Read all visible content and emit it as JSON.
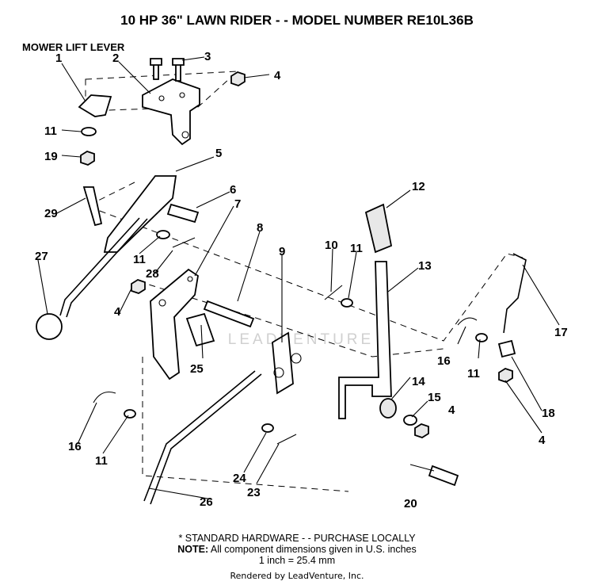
{
  "title": "10 HP 36\" LAWN RIDER - - MODEL NUMBER RE10L36B",
  "subtitle": "MOWER LIFT LEVER",
  "watermark": "LEADVENTURE",
  "notes": {
    "line1": "* STANDARD HARDWARE - - PURCHASE LOCALLY",
    "note_label": "NOTE:",
    "line2": "All component dimensions given in U.S. inches",
    "line3": "1 inch = 25.4 mm"
  },
  "footer": "Rendered by LeadVenture, Inc.",
  "callouts": {
    "c1": "1",
    "c2": "2",
    "c3": "3",
    "c4a": "4",
    "c4b": "4",
    "c4c": "4",
    "c4d": "4",
    "c5": "5",
    "c6": "6",
    "c7": "7",
    "c8": "8",
    "c9": "9",
    "c10": "10",
    "c11a": "11",
    "c11b": "11",
    "c11c": "11",
    "c11d": "11",
    "c11e": "11",
    "c12": "12",
    "c13": "13",
    "c14": "14",
    "c15": "15",
    "c16a": "16",
    "c16b": "16",
    "c17": "17",
    "c18": "18",
    "c19": "19",
    "c20": "20",
    "c23": "23",
    "c24": "24",
    "c25": "25",
    "c26": "26",
    "c27": "27",
    "c28": "28",
    "c29": "29"
  }
}
